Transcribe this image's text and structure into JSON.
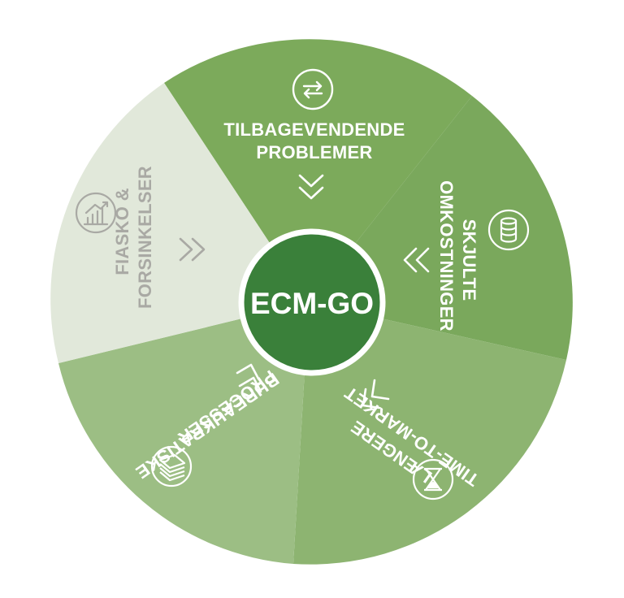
{
  "diagram": {
    "hub": {
      "label": "ECM-GO",
      "color": "#3A803A"
    },
    "label_color": "#FFFFFF",
    "faded_label_color": "#A9A9A4",
    "segments": [
      {
        "id": "tilbagevendende",
        "lines": [
          "TILBAGEVENDENDE",
          "PROBLEMER"
        ],
        "icon": "loop-arrows-icon",
        "color": "#7CAA5B"
      },
      {
        "id": "skjulte",
        "lines": [
          "SKJULTE",
          "OMKOSTNINGER"
        ],
        "icon": "coin-stack-icon",
        "color": "#7AA85C"
      },
      {
        "id": "time-to-market",
        "lines": [
          "TIME-TO-MARKET",
          "LÆNGERE"
        ],
        "icon": "hourglass-icon",
        "color": "#8DB471"
      },
      {
        "id": "bureaukratiske",
        "lines": [
          "BUREAUKRATISKE",
          "PROCESSER"
        ],
        "icon": "paper-stack-icon",
        "color": "#9CBE84"
      },
      {
        "id": "fiasko",
        "lines": [
          "FIASKO &",
          "FORSINKELSER"
        ],
        "icon": "declining-chart-icon",
        "color": "#E1E8DA"
      }
    ]
  }
}
